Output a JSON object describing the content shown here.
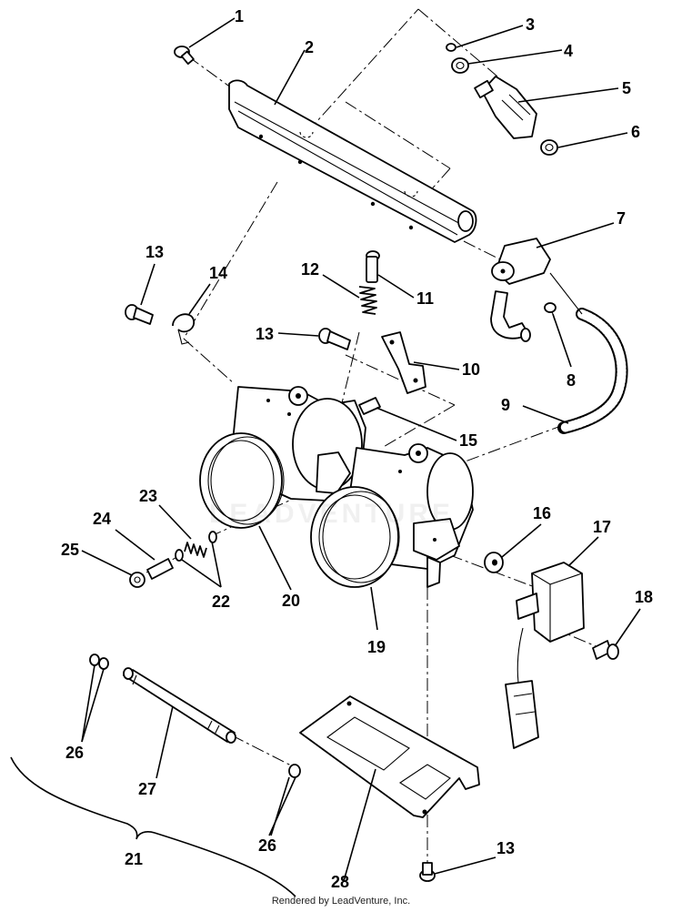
{
  "footer": "Rendered by LeadVenture, Inc.",
  "watermark": "LEADVENTURE",
  "callouts": [
    "1",
    "2",
    "3",
    "4",
    "5",
    "6",
    "7",
    "8",
    "9",
    "10",
    "11",
    "12",
    "13",
    "13",
    "13",
    "14",
    "15",
    "16",
    "17",
    "18",
    "19",
    "20",
    "21",
    "22",
    "23",
    "24",
    "25",
    "26",
    "26",
    "27",
    "28"
  ],
  "parts": [
    {
      "ref": "1",
      "icon": "screw-icon"
    },
    {
      "ref": "2",
      "icon": "fuel-rail-icon"
    },
    {
      "ref": "3",
      "icon": "o-ring-icon"
    },
    {
      "ref": "4",
      "icon": "seal-icon"
    },
    {
      "ref": "5",
      "icon": "fuel-injector-icon"
    },
    {
      "ref": "6",
      "icon": "seal-icon"
    },
    {
      "ref": "7",
      "icon": "pressure-regulator-icon"
    },
    {
      "ref": "8",
      "icon": "screw-icon"
    },
    {
      "ref": "9",
      "icon": "hose-icon"
    },
    {
      "ref": "10",
      "icon": "bracket-icon"
    },
    {
      "ref": "11",
      "icon": "screw-icon"
    },
    {
      "ref": "12",
      "icon": "spring-icon"
    },
    {
      "ref": "13",
      "icon": "screw-icon"
    },
    {
      "ref": "14",
      "icon": "clip-icon"
    },
    {
      "ref": "15",
      "icon": "pin-icon"
    },
    {
      "ref": "16",
      "icon": "washer-icon"
    },
    {
      "ref": "17",
      "icon": "sensor-icon"
    },
    {
      "ref": "18",
      "icon": "screw-icon"
    },
    {
      "ref": "19",
      "icon": "throttle-body-icon"
    },
    {
      "ref": "20",
      "icon": "throttle-body-icon"
    },
    {
      "ref": "21",
      "icon": "brace-icon"
    },
    {
      "ref": "22",
      "icon": "washer-icon"
    },
    {
      "ref": "23",
      "icon": "spring-icon"
    },
    {
      "ref": "24",
      "icon": "screw-icon"
    },
    {
      "ref": "25",
      "icon": "nut-icon"
    },
    {
      "ref": "26",
      "icon": "cap-icon"
    },
    {
      "ref": "27",
      "icon": "tube-icon"
    },
    {
      "ref": "28",
      "icon": "bracket-icon"
    }
  ]
}
